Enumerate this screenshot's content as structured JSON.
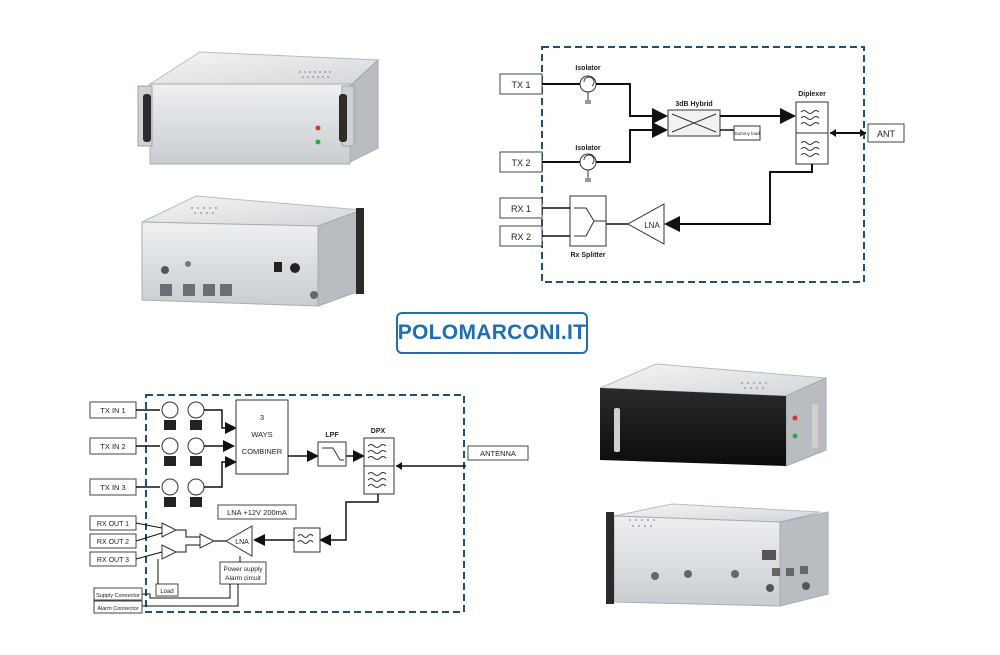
{
  "brand": {
    "logo_text": "POLOMARCONI.IT",
    "color": "#1e6db5"
  },
  "diagram_top": {
    "inputs": [
      "TX 1",
      "TX 2"
    ],
    "outputs": [
      "RX 1",
      "RX 2"
    ],
    "isolator_1": "Isolator",
    "isolator_2": "Isolator",
    "hybrid": "3dB Hybrid",
    "dummy_load": "Dummy load",
    "diplexer": "Diplexer",
    "antenna": "ANT",
    "lna": "LNA",
    "splitter": "Rx Splitter"
  },
  "diagram_bottom": {
    "inputs": [
      "TX IN 1",
      "TX IN 2",
      "TX IN 3"
    ],
    "combiner_lines": [
      "3",
      "WAYS",
      "COMBINER"
    ],
    "lpf": "LPF",
    "dpx": "DPX",
    "antenna": "ANTENNA",
    "lna_spec": "LNA +12V 200mA",
    "outputs": [
      "RX OUT 1",
      "RX OUT  2",
      "RX OUT  3"
    ],
    "lna": "LNA",
    "power_supply": [
      "Power supply",
      "Alarm circuit"
    ],
    "load": "Load",
    "supply_connector": "Supply Connector",
    "alarm_connector": "Alarm Connector"
  },
  "colors": {
    "dashed_border": "#1f4e79",
    "panel_light": "#dcdfe2",
    "panel_dark": "#141414"
  }
}
